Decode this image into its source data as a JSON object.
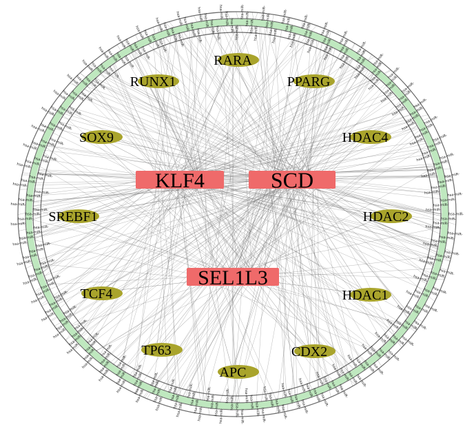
{
  "colors": {
    "hub_fill": "#ef6a6a",
    "tf_fill": "#a9a42c",
    "mirna_fill": "#bfe8bf",
    "edge": "#777777",
    "background": "#ffffff"
  },
  "hub_genes": [
    {
      "id": "klf4",
      "label": "KLF4"
    },
    {
      "id": "scd",
      "label": "SCD"
    },
    {
      "id": "sel1l3",
      "label": "SEL1L3"
    }
  ],
  "transcription_factors": [
    {
      "id": "rara",
      "label": "RARA"
    },
    {
      "id": "pparg",
      "label": "PPARG"
    },
    {
      "id": "hdac4",
      "label": "HDAC4"
    },
    {
      "id": "hdac2",
      "label": "HDAC2"
    },
    {
      "id": "hdac1",
      "label": "HDAC1"
    },
    {
      "id": "cdx2",
      "label": "CDX2"
    },
    {
      "id": "apc",
      "label": "APC"
    },
    {
      "id": "tp63",
      "label": "TP63"
    },
    {
      "id": "tcf4",
      "label": "TCF4"
    },
    {
      "id": "srebf1",
      "label": "SREBF1"
    },
    {
      "id": "sox9",
      "label": "SOX9"
    },
    {
      "id": "runx1",
      "label": "RUNX1"
    }
  ],
  "mirna_ring": {
    "label_text": "hsa-miR-",
    "ring_count": 4
  }
}
